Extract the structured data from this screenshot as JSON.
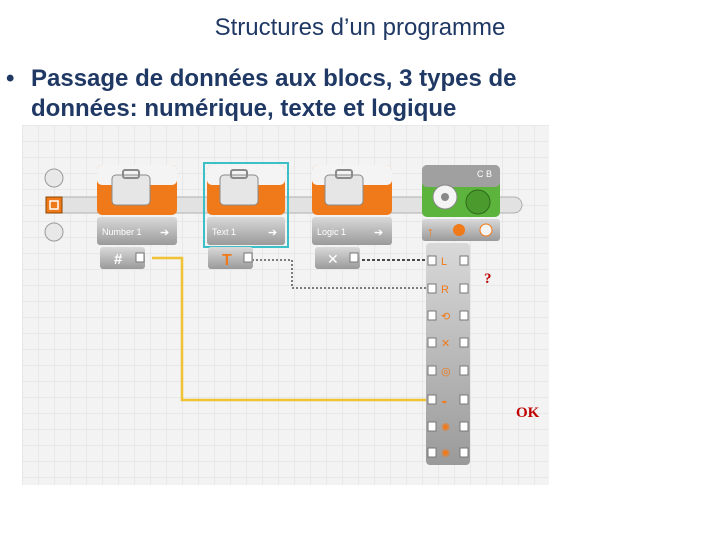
{
  "slide": {
    "title": "Structures d’un programme",
    "bullet_marker": "•",
    "bullet_line1": "Passage de données aux blocs, 3 types de",
    "bullet_line2": "données: numérique, texte et logique"
  },
  "program": {
    "blocks": [
      {
        "label": "Number 1",
        "type_icon": "number-hash-icon"
      },
      {
        "label": "Text 1",
        "type_icon": "text-t-icon",
        "selected": true
      },
      {
        "label": "Logic 1",
        "type_icon": "logic-icon"
      }
    ],
    "target_block": {
      "label": "C B",
      "icon": "gears-icon"
    },
    "annotations": {
      "question": "?",
      "ok": "OK"
    }
  },
  "colors": {
    "orange": "#f07a1a",
    "green": "#5cb43c",
    "selection": "#3cc0c8",
    "wire_number": "#f1c232",
    "wire_text": "#555555",
    "annotation": "#c00000"
  }
}
